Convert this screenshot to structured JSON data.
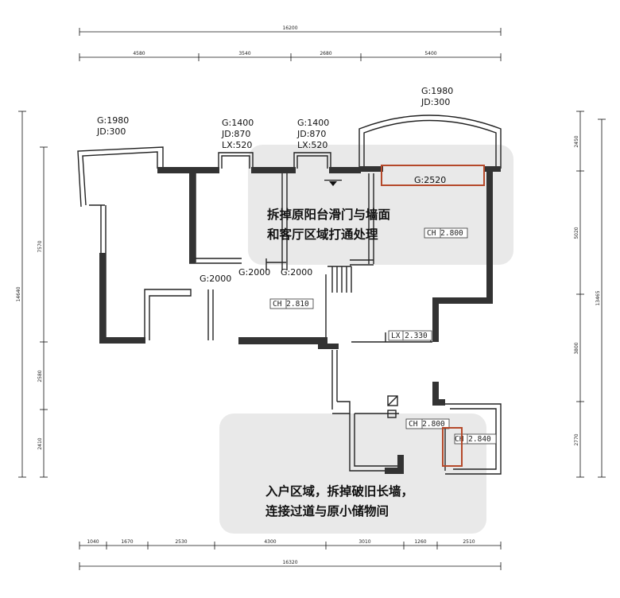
{
  "dimensions": {
    "top_total": "16200",
    "top_segments": [
      "4580",
      "3540",
      "2680",
      "5400"
    ],
    "bottom_total": "16320",
    "bottom_segments": [
      "1040",
      "1670",
      "2530",
      "4300",
      "3010",
      "1260",
      "2510"
    ],
    "left_total": "14640",
    "left_segments": [
      "7570",
      "2580",
      "2410"
    ],
    "right_total": "13465",
    "right_segments": [
      "2450",
      "5020",
      "3800",
      "2770"
    ]
  },
  "window_labels": {
    "bay_left": [
      "G:1980",
      "JD:300"
    ],
    "window_1": [
      "G:1400",
      "JD:870",
      "LX:520"
    ],
    "window_2": [
      "G:1400",
      "JD:870",
      "LX:520"
    ],
    "balcony_top": [
      "G:1980",
      "JD:300"
    ]
  },
  "door_labels": {
    "highlight": "G:2520",
    "g2000_a": "G:2000",
    "g2000_b": "G:2000",
    "g2000_c": "G:2000"
  },
  "height_tags": {
    "ch_balcony": "CH  2.800",
    "ch_living": "CH  2.810",
    "lx": "LX  2.330",
    "ch_entry": "CH  2.800",
    "ch_storage": "CH  2.840"
  },
  "notes": {
    "top": [
      "拆掉原阳台滑门与墙面",
      "和客厅区域打通处理"
    ],
    "bottom": [
      "入户区域，拆掉破旧长墙，",
      "连接过道与原小储物间"
    ]
  },
  "colors": {
    "wall": "#333333",
    "note_bg": "#e9e9e9",
    "highlight": "#b5492a"
  }
}
